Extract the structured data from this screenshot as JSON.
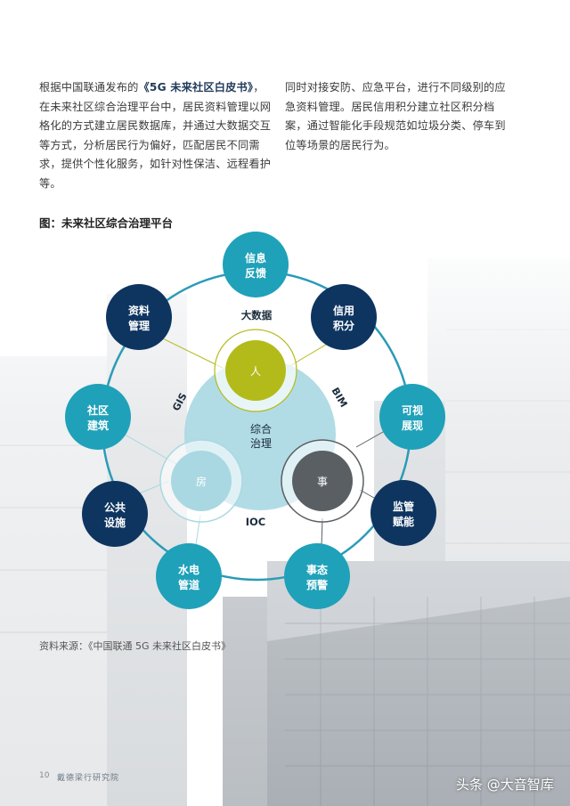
{
  "left_column": {
    "before": "根据中国联通发布的",
    "highlight": "《5G 未来社区白皮书》",
    "after": "，在未来社区综合治理平台中，居民资料管理以网格化的方式建立居民数据库，并通过大数据交互等方式，分析居民行为偏好，匹配居民不同需求，提供个性化服务，如针对性保洁、远程看护等。"
  },
  "right_column": "同时对接安防、应急平台，进行不同级别的应急资料管理。居民信用积分建立社区积分档案，通过智能化手段规范如垃圾分类、停车到位等场景的居民行为。",
  "figure_title": "图：未来社区综合治理平台",
  "diagram": {
    "center": "综合治理",
    "inner": {
      "top": "人",
      "left": "房",
      "right": "事"
    },
    "labels": {
      "top": "大数据",
      "left": "GIS",
      "right": "BIM",
      "bottom": "IOC"
    },
    "nodes": [
      "信息反馈",
      "信用积分",
      "可视展现",
      "监管赋能",
      "事态预警",
      "水电管道",
      "公共设施",
      "社区建筑",
      "资料管理"
    ],
    "colors": {
      "ring": "#2b9bb7",
      "light_blue": "#1fa1b9",
      "dark_navy": "#0e3560",
      "olive": "#b3bb1a",
      "grey": "#5a5f63",
      "center_fill": "#a9d8e2"
    }
  },
  "source": "资料来源：《中国联通 5G 未来社区白皮书》",
  "footer": {
    "page": "10",
    "institution": "戴德梁行研究院"
  },
  "watermark": "头条 @大音智库"
}
